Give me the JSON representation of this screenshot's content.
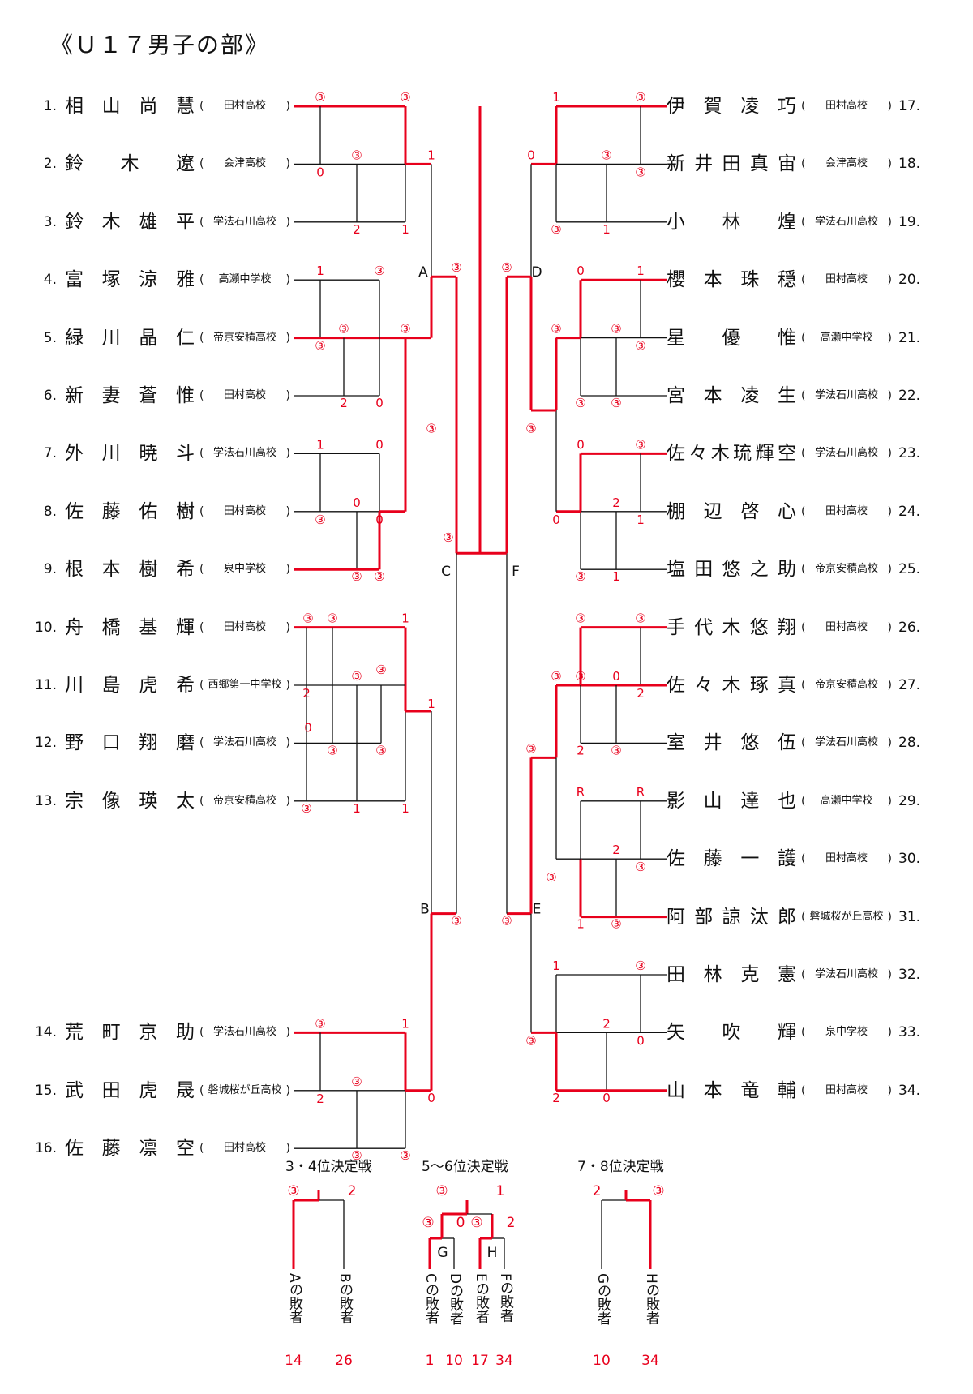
{
  "title": "《Ｕ１７男子の部》",
  "colors": {
    "ink": "#111111",
    "winner": "#e8001c"
  },
  "left_players": [
    {
      "no": "1.",
      "name": "相山尚慧",
      "school": "田村高校"
    },
    {
      "no": "2.",
      "name": "鈴木遼",
      "school": "会津高校"
    },
    {
      "no": "3.",
      "name": "鈴木雄平",
      "school": "学法石川高校"
    },
    {
      "no": "4.",
      "name": "富塚涼雅",
      "school": "高瀬中学校"
    },
    {
      "no": "5.",
      "name": "緑川晶仁",
      "school": "帝京安積高校"
    },
    {
      "no": "6.",
      "name": "新妻蒼惟",
      "school": "田村高校"
    },
    {
      "no": "7.",
      "name": "外川暁斗",
      "school": "学法石川高校"
    },
    {
      "no": "8.",
      "name": "佐藤佑樹",
      "school": "田村高校"
    },
    {
      "no": "9.",
      "name": "根本樹希",
      "school": "泉中学校"
    },
    {
      "no": "10.",
      "name": "舟橋基輝",
      "school": "田村高校"
    },
    {
      "no": "11.",
      "name": "川島虎希",
      "school": "西郷第一中学校"
    },
    {
      "no": "12.",
      "name": "野口翔磨",
      "school": "学法石川高校"
    },
    {
      "no": "13.",
      "name": "宗像瑛太",
      "school": "帝京安積高校"
    },
    {
      "no": "14.",
      "name": "荒町京助",
      "school": "学法石川高校"
    },
    {
      "no": "15.",
      "name": "武田虎晟",
      "school": "磐城桜が丘高校"
    },
    {
      "no": "16.",
      "name": "佐藤凛空",
      "school": "田村高校"
    }
  ],
  "right_players": [
    {
      "no": "17.",
      "name": "伊賀凌巧",
      "school": "田村高校"
    },
    {
      "no": "18.",
      "name": "新井田真宙",
      "school": "会津高校"
    },
    {
      "no": "19.",
      "name": "小林煌",
      "school": "学法石川高校"
    },
    {
      "no": "20.",
      "name": "櫻本珠穏",
      "school": "田村高校"
    },
    {
      "no": "21.",
      "name": "星優惟",
      "school": "高瀬中学校"
    },
    {
      "no": "22.",
      "name": "宮本凌生",
      "school": "学法石川高校"
    },
    {
      "no": "23.",
      "name": "佐々木琉輝空",
      "school": "学法石川高校"
    },
    {
      "no": "24.",
      "name": "棚辺啓心",
      "school": "田村高校"
    },
    {
      "no": "25.",
      "name": "塩田悠之助",
      "school": "帝京安積高校"
    },
    {
      "no": "26.",
      "name": "手代木悠翔",
      "school": "田村高校"
    },
    {
      "no": "27.",
      "name": "佐々木琢真",
      "school": "帝京安積高校"
    },
    {
      "no": "28.",
      "name": "室井悠伍",
      "school": "学法石川高校"
    },
    {
      "no": "29.",
      "name": "影山達也",
      "school": "高瀬中学校"
    },
    {
      "no": "30.",
      "name": "佐藤一護",
      "school": "田村高校"
    },
    {
      "no": "31.",
      "name": "阿部諒汰郎",
      "school": "磐城桜が丘高校"
    },
    {
      "no": "32.",
      "name": "田林克憲",
      "school": "学法石川高校"
    },
    {
      "no": "33.",
      "name": "矢吹輝",
      "school": "泉中学校"
    },
    {
      "no": "34.",
      "name": "山本竜輔",
      "school": "田村高校"
    }
  ],
  "match_labels": [
    "A",
    "B",
    "C",
    "D",
    "E",
    "F",
    "G",
    "H"
  ],
  "scores": [
    "③",
    "③",
    "0",
    "③",
    "2",
    "1",
    "1",
    "1",
    "③",
    "③",
    "③",
    "③",
    "2",
    "0",
    "1",
    "0",
    "0",
    "③",
    "0",
    "③",
    "③",
    "③",
    "③",
    "③",
    "③",
    "1",
    "2",
    "③",
    "③",
    "0",
    "③",
    "③",
    "③",
    "1",
    "1",
    "1",
    "③",
    "1",
    "2",
    "③",
    "③",
    "③",
    "0",
    "③",
    "③",
    "1",
    "③",
    "③",
    "③",
    "③",
    "1",
    "0",
    "0",
    "1",
    "③",
    "③",
    "③",
    "③",
    "③",
    "0",
    "③",
    "2",
    "0",
    "1",
    "③",
    "1",
    "③",
    "③",
    "③",
    "③",
    "③",
    "③",
    "0",
    "2",
    "2",
    "③",
    "R",
    "R",
    "2",
    "③",
    "1",
    "③",
    "③",
    "1",
    "③",
    "2",
    "③",
    "0",
    "2",
    "0",
    "③",
    "③"
  ],
  "consolation": [
    {
      "title": "3・4位決定戦",
      "scores": [
        "③",
        "2"
      ],
      "entries": [
        {
          "label": "Aの敗者",
          "num": "14"
        },
        {
          "label": "Bの敗者",
          "num": "26"
        }
      ]
    },
    {
      "title": "5～6位決定戦",
      "scores": [
        "③",
        "1",
        "③",
        "0",
        "③",
        "2"
      ],
      "subs": [
        "G",
        "H"
      ],
      "entries": [
        {
          "label": "Cの敗者",
          "num": "1"
        },
        {
          "label": "Dの敗者",
          "num": "10"
        },
        {
          "label": "Eの敗者",
          "num": "17"
        },
        {
          "label": "Fの敗者",
          "num": "34"
        }
      ]
    },
    {
      "title": "7・8位決定戦",
      "scores": [
        "2",
        "③"
      ],
      "entries": [
        {
          "label": "Gの敗者",
          "num": "10"
        },
        {
          "label": "Hの敗者",
          "num": "34"
        }
      ]
    }
  ]
}
